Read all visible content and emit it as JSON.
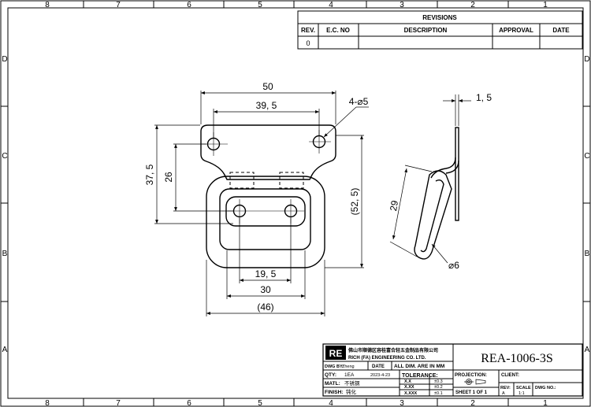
{
  "border": {
    "columns": [
      "8",
      "7",
      "6",
      "5",
      "4",
      "3",
      "2",
      "1"
    ],
    "rows": [
      "D",
      "C",
      "B",
      "A"
    ]
  },
  "revisions": {
    "title": "REVISIONS",
    "headers": [
      "REV.",
      "E.C. NO",
      "DESCRIPTION",
      "APPROVAL",
      "DATE"
    ],
    "rows": [
      [
        "0",
        "",
        "",
        "",
        ""
      ]
    ]
  },
  "dimensions": {
    "top_overall": "50",
    "hole_spacing_top": "39, 5",
    "holes_callout": "4-⌀5",
    "height_total": "37, 5",
    "height_inner": "26",
    "loop_height": "(52, 5)",
    "hole_spacing_bottom": "19, 5",
    "loop_inner_width": "30",
    "loop_outer_width": "(46)",
    "thickness": "1, 5",
    "side_length": "29",
    "side_diameter": "⌀6"
  },
  "title_block": {
    "logo": "RE",
    "company_cn": "佛山市顺德区容桂富合轻五金制品有限公司",
    "company_en": "RICH (FA) ENGINEERING CO. LTD.",
    "drawing_number": "REA-1006-3S",
    "dwg_by_label": "DWG BY:",
    "dwg_by_value": "Zheng",
    "date_label": "DATE",
    "date_value": "2023-4-23",
    "units": "ALL DIM. ARE IN MM",
    "qty_label": "QTY:",
    "qty_value": "1EA",
    "tolerance_label": "TOLERANCE:",
    "tolerances": [
      {
        "fmt": "X.X",
        "val": "±0.3"
      },
      {
        "fmt": "X.XX",
        "val": "±0.2"
      },
      {
        "fmt": "X.XXX",
        "val": "±0.1"
      }
    ],
    "matl_label": "MATL:",
    "matl_value": "不锈钢",
    "finish_label": "FINISH:",
    "finish_value": "钝化",
    "projection_label": "PROJECTION:",
    "sheet_label": "SHEET 1 OF 1",
    "client_label": "CLIENT:",
    "rev_label": "REV:",
    "rev_value": "A",
    "scale_label": "SCALE",
    "scale_value": "1:1",
    "dwg_no_label": "DWG NO.:"
  }
}
